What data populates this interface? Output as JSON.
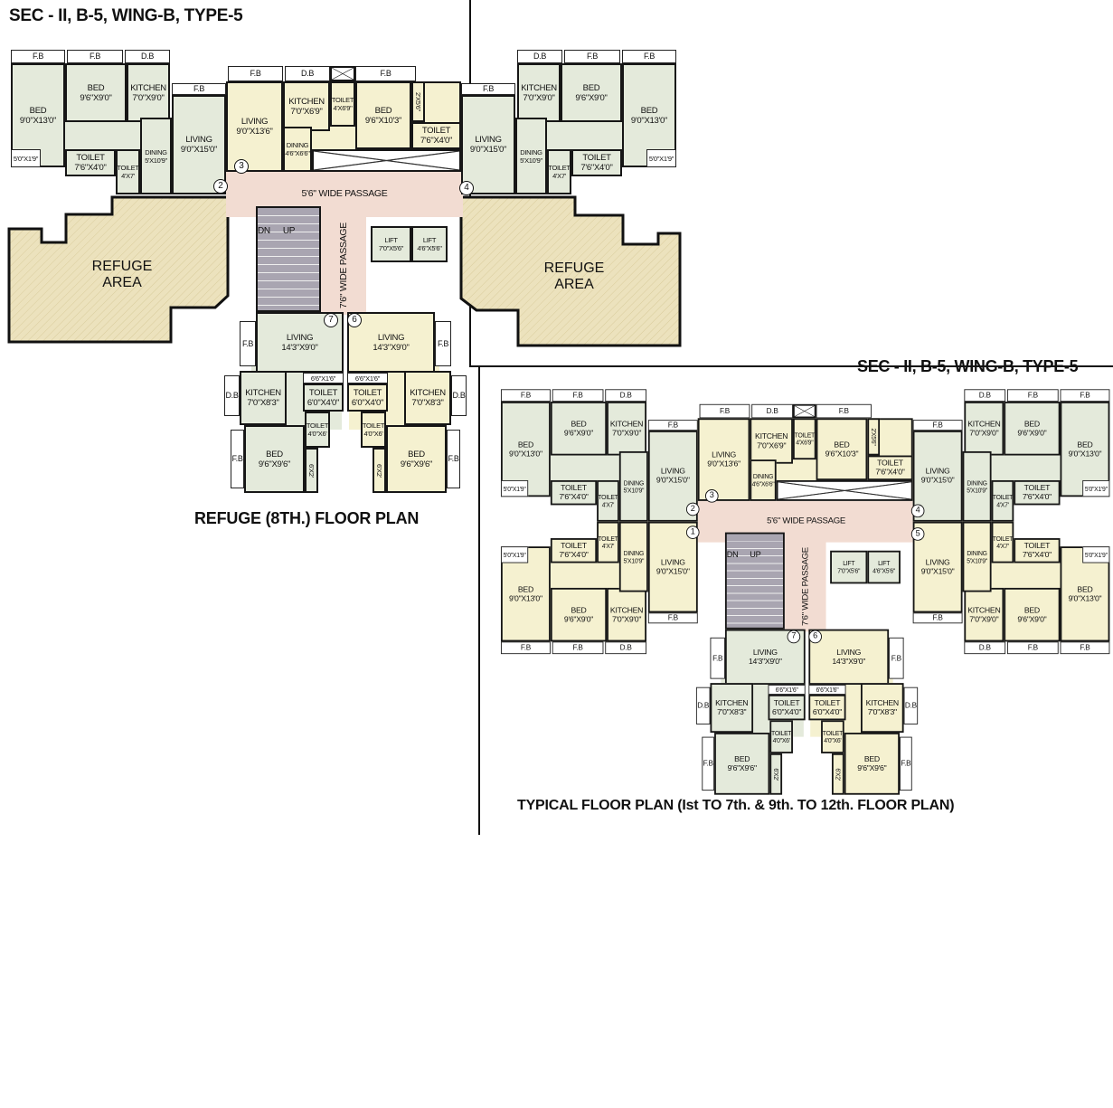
{
  "top_plan": {
    "title": "SEC - II, B-5, WING-B, TYPE-5",
    "caption": "REFUGE (8TH.) FLOOR PLAN"
  },
  "bottom_plan": {
    "title": "SEC - II, B-5, WING-B, TYPE-5",
    "caption": "TYPICAL FLOOR PLAN  (Ist TO 7th. & 9th. TO 12th. FLOOR PLAN)"
  },
  "labels": {
    "fb": "F.B",
    "db": "D.B",
    "passage_h": "5'6\" WIDE PASSAGE",
    "passage_v": "7'6\" WIDE PASSAGE",
    "dn": "DN",
    "up": "UP",
    "refuge": "REFUGE AREA"
  },
  "flat_a": {
    "bed_master": {
      "name": "BED",
      "dim": "9'0\"X13'0\""
    },
    "bed": {
      "name": "BED",
      "dim": "9'6\"X9'0\""
    },
    "kitchen": {
      "name": "KITCHEN",
      "dim": "7'0\"X9'0\""
    },
    "living": {
      "name": "LIVING",
      "dim": "9'0\"X15'0\""
    },
    "dining": {
      "name": "DINING",
      "dim": "5'X10'9\""
    },
    "toilet_common": {
      "name": "TOILET",
      "dim": "7'6\"X4'0\""
    },
    "toilet_small": {
      "name": "TOILET",
      "dim": "4'X7'"
    },
    "balcony": {
      "dim": "5'0\"X1'9\""
    }
  },
  "flat_b": {
    "living": {
      "name": "LIVING",
      "dim": "9'0\"X13'6\""
    },
    "kitchen": {
      "name": "KITCHEN",
      "dim": "7'0\"X6'9\""
    },
    "toilet_small": {
      "name": "TOILET",
      "dim": "4'X6'9\""
    },
    "bed": {
      "name": "BED",
      "dim": "9'6\"X10'3\""
    },
    "niche": {
      "dim": "2'X5'6\""
    },
    "toilet": {
      "name": "TOILET",
      "dim": "7'6\"X4'0\""
    },
    "dining": {
      "name": "DINING",
      "dim": "4'6\"X6'6\""
    }
  },
  "flat_c": {
    "living": {
      "name": "LIVING",
      "dim": "14'3\"X9'0\""
    },
    "kitchen": {
      "name": "KITCHEN",
      "dim": "7'0\"X8'3\""
    },
    "balcony": {
      "dim": "6'6\"X1'6\""
    },
    "toilet": {
      "name": "TOILET",
      "dim": "6'0\"X4'0\""
    },
    "toilet_small": {
      "name": "TOILET",
      "dim": "4'0\"X6'"
    },
    "bed": {
      "name": "BED",
      "dim": "9'6\"X9'6\""
    },
    "niche": {
      "dim": "6'X2'"
    }
  },
  "lifts": [
    {
      "name": "LIFT",
      "dim": "7'0\"X5'6\""
    },
    {
      "name": "LIFT",
      "dim": "4'6\"X5'6\""
    }
  ],
  "flat_numbers": {
    "n1": "1",
    "n2": "2",
    "n3": "3",
    "n4": "4",
    "n5": "5",
    "n6": "6",
    "n7": "7"
  },
  "colors": {
    "room_green": "#e4eadb",
    "room_yellow": "#f5f1d0",
    "passage": "#f2dcd2",
    "refuge": "#ece2bd",
    "stair": "#a9a5b1"
  }
}
